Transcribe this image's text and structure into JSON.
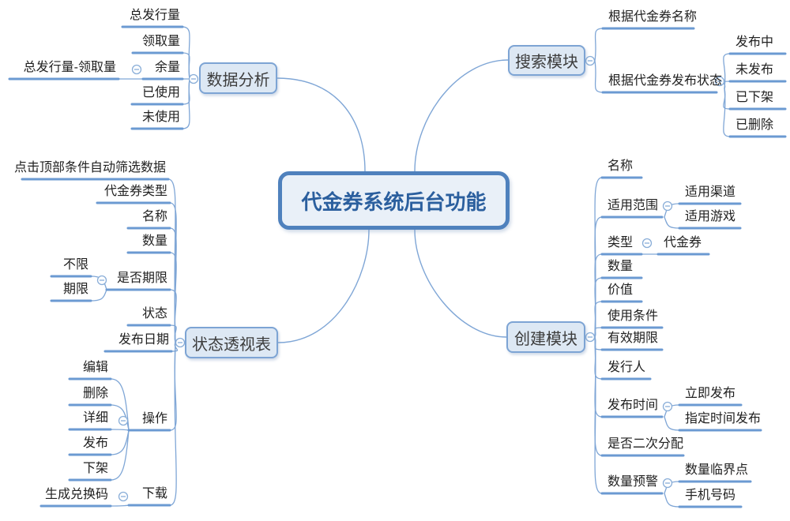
{
  "colors": {
    "branch_line": "#6b9ad2",
    "connector_line": "#7fa6d6",
    "box_fill": "#dde8f4",
    "box_border": "#7da4d4",
    "center_fill": "#e9f0f8",
    "center_border": "#4f81bd",
    "center_text": "#2b5f9e",
    "collapse_icon": "#8aaed8"
  },
  "center": {
    "label": "代金券系统后台功能"
  },
  "branches": [
    {
      "label": "数据分析",
      "children": [
        {
          "label": "总发行量"
        },
        {
          "label": "领取量"
        },
        {
          "label": "余量",
          "children": [
            {
              "label": "总发行量-领取量"
            }
          ]
        },
        {
          "label": "已使用"
        },
        {
          "label": "未使用"
        }
      ]
    },
    {
      "label": "搜索模块",
      "children": [
        {
          "label": "根据代金券名称"
        },
        {
          "label": "根据代金券发布状态",
          "children": [
            {
              "label": "发布中"
            },
            {
              "label": "未发布"
            },
            {
              "label": "已下架"
            },
            {
              "label": "已删除"
            }
          ]
        }
      ]
    },
    {
      "label": "状态透视表",
      "children": [
        {
          "label": "点击顶部条件自动筛选数据"
        },
        {
          "label": "代金券类型"
        },
        {
          "label": "名称"
        },
        {
          "label": "数量"
        },
        {
          "label": "是否期限",
          "children": [
            {
              "label": "不限"
            },
            {
              "label": "期限"
            }
          ]
        },
        {
          "label": "状态"
        },
        {
          "label": "发布日期"
        },
        {
          "label": "操作",
          "children": [
            {
              "label": "编辑"
            },
            {
              "label": "删除"
            },
            {
              "label": "详细"
            },
            {
              "label": "发布"
            },
            {
              "label": "下架"
            }
          ]
        },
        {
          "label": "下载",
          "children": [
            {
              "label": "生成兑换码"
            }
          ]
        }
      ]
    },
    {
      "label": "创建模块",
      "children": [
        {
          "label": "名称"
        },
        {
          "label": "适用范围",
          "children": [
            {
              "label": "适用渠道"
            },
            {
              "label": "适用游戏"
            }
          ]
        },
        {
          "label": "类型",
          "children": [
            {
              "label": "代金券"
            }
          ]
        },
        {
          "label": "数量"
        },
        {
          "label": "价值"
        },
        {
          "label": "使用条件"
        },
        {
          "label": "有效期限"
        },
        {
          "label": "发行人"
        },
        {
          "label": "发布时间",
          "children": [
            {
              "label": "立即发布"
            },
            {
              "label": "指定时间发布"
            }
          ]
        },
        {
          "label": "是否二次分配"
        },
        {
          "label": "数量预警",
          "children": [
            {
              "label": "数量临界点"
            },
            {
              "label": "手机号码"
            }
          ]
        }
      ]
    }
  ]
}
